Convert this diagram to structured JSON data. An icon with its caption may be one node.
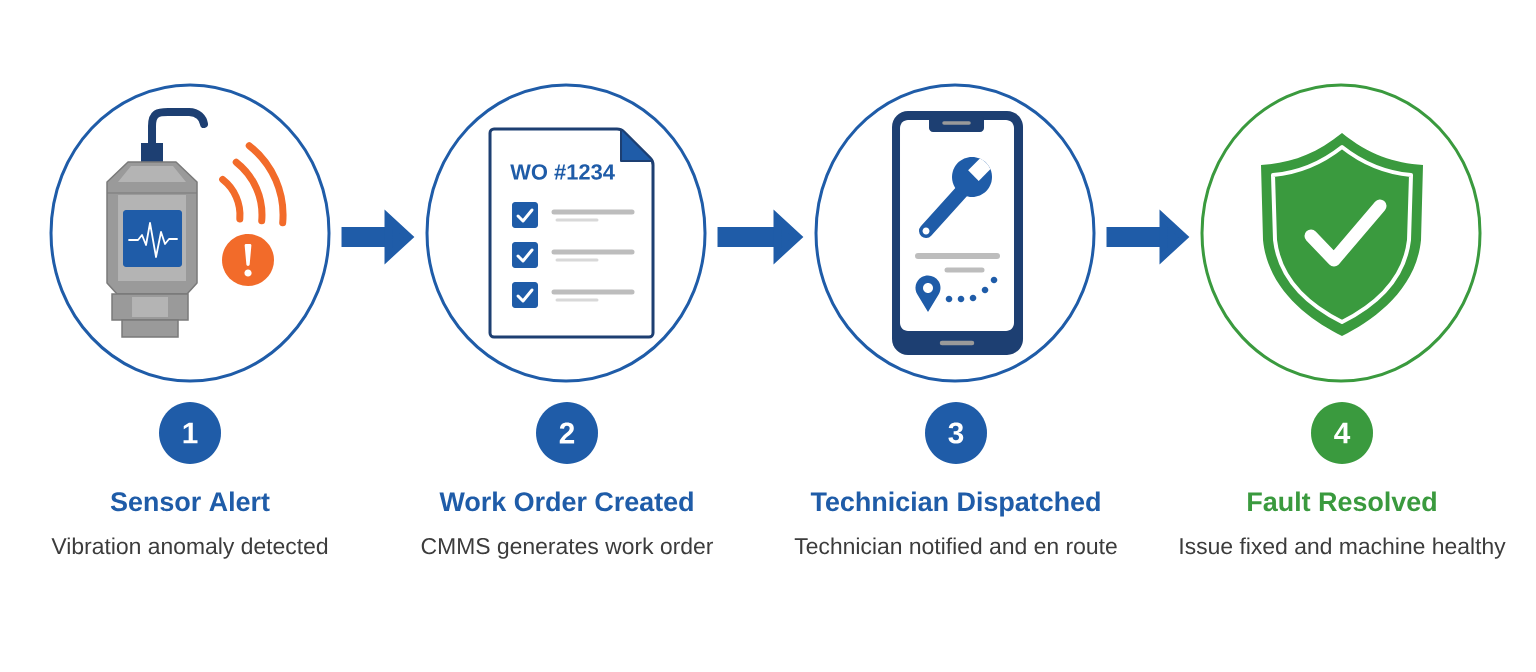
{
  "diagram": {
    "nodes": [
      {
        "text": [],
        "shape": "circle"
      },
      {
        "text": [],
        "shape": "circle"
      },
      {
        "text": [
          "WO #1234"
        ],
        "in": 1
      },
      {
        "text": [],
        "shape": "circle"
      },
      {
        "text": [],
        "shape": "circle"
      },
      {
        "text": [
          "1"
        ],
        "beside": [
          "Sensor Alert",
          "Vibration anomaly detected"
        ]
      },
      {
        "text": [
          "2"
        ],
        "beside": [
          "Work Order Created",
          "CMMS generates work order"
        ]
      },
      {
        "text": [
          "3"
        ],
        "beside": [
          "Technician Dispatched",
          "Technician notified and en route"
        ]
      },
      {
        "text": [
          "4"
        ],
        "beside": [
          "Fault Resolved",
          "Issue fixed and machine healthy"
        ]
      }
    ],
    "edges": [
      {
        "from": 0,
        "to": 1,
        "arrow": "to"
      },
      {
        "from": 1,
        "to": 3,
        "arrow": "to"
      },
      {
        "from": 3,
        "to": 4,
        "arrow": "to"
      }
    ]
  }
}
